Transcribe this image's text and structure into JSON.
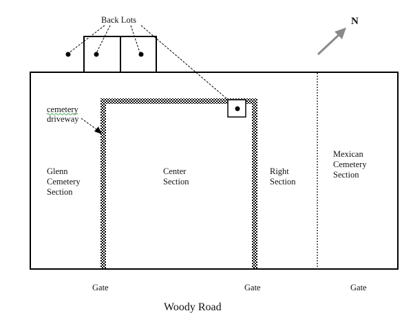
{
  "labels": {
    "back_lots": "Back Lots",
    "north": "N",
    "driveway_line1": "cemetery",
    "driveway_line2": "driveway",
    "glenn_line1": "Glenn",
    "glenn_line2": "Cemetery",
    "glenn_line3": "Section",
    "center_line1": "Center",
    "center_line2": "Section",
    "right_line1": "Right",
    "right_line2": "Section",
    "mexican_line1": "Mexican",
    "mexican_line2": "Cemetery",
    "mexican_line3": "Section",
    "gate_left": "Gate",
    "gate_center": "Gate",
    "gate_right": "Gate",
    "road": "Woody Road"
  },
  "colors": {
    "line": "#000000",
    "arrow": "#8a8a8a",
    "squiggle": "#3aa64a"
  }
}
